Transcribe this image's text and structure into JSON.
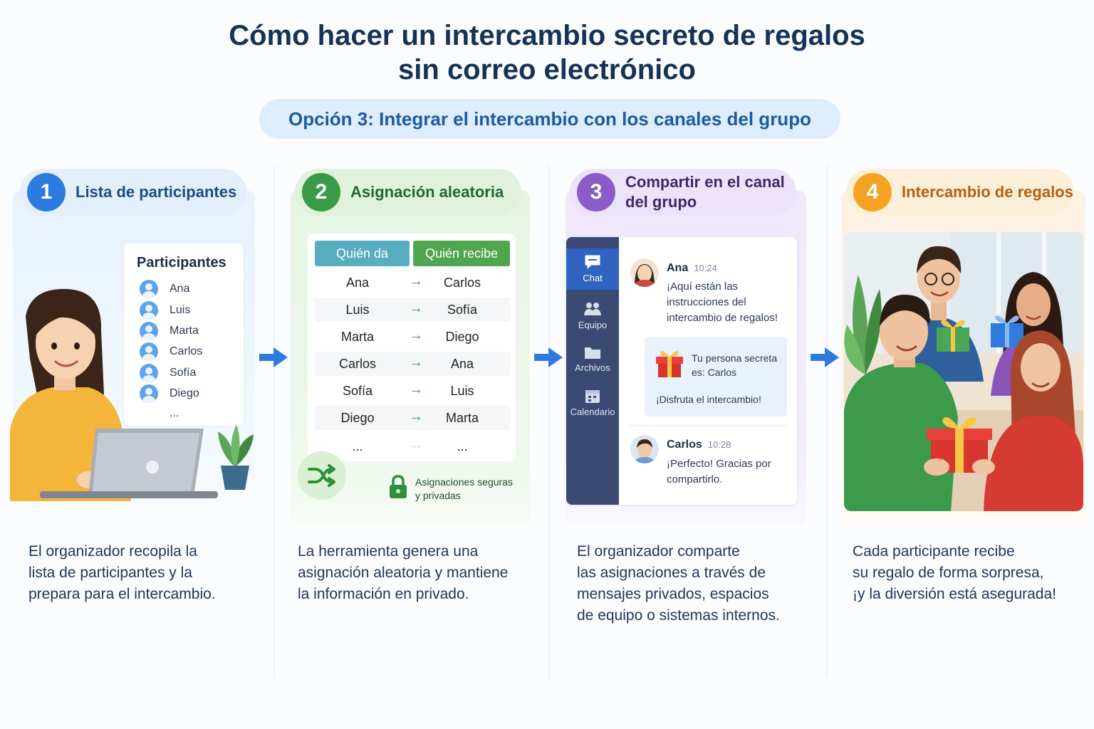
{
  "title": {
    "line1": "Cómo hacer un intercambio secreto de regalos",
    "line2": "sin correo electrónico"
  },
  "subtitle": "Opción 3: Integrar el intercambio con los canales del grupo",
  "colors": {
    "step1": "#2d7be0",
    "step2": "#3a9a48",
    "step3": "#8a5cc7",
    "step4": "#f3a321",
    "arrow": "#2d7be0"
  },
  "steps": [
    {
      "number": "1",
      "title": "Lista de participantes",
      "description": [
        "El organizador recopila la",
        "lista de participantes y la",
        "prepara para el intercambio."
      ]
    },
    {
      "number": "2",
      "title": "Asignación aleatoria",
      "description": [
        "La herramienta genera una",
        "asignación aleatoria y mantiene",
        "la información en privado."
      ]
    },
    {
      "number": "3",
      "title_line1": "Compartir en el canal",
      "title_line2": "del grupo",
      "description": [
        "El organizador comparte",
        "las asignaciones a través de",
        "mensajes privados, espacios",
        "de equipo o sistemas internos."
      ]
    },
    {
      "number": "4",
      "title": "Intercambio de regalos",
      "description": [
        "Cada participante recibe",
        "su regalo de forma sorpresa,",
        "¡y la diversión está asegurada!"
      ]
    }
  ],
  "participants": {
    "heading": "Participantes",
    "names": [
      "Ana",
      "Luis",
      "Marta",
      "Carlos",
      "Sofía",
      "Diego"
    ],
    "more": "..."
  },
  "assignment": {
    "header_giver": "Quién da",
    "header_receiver": "Quién recibe",
    "arrow": "→",
    "rows": [
      {
        "giver": "Ana",
        "receiver": "Carlos"
      },
      {
        "giver": "Luis",
        "receiver": "Sofía"
      },
      {
        "giver": "Marta",
        "receiver": "Diego"
      },
      {
        "giver": "Carlos",
        "receiver": "Ana"
      },
      {
        "giver": "Sofía",
        "receiver": "Luis"
      },
      {
        "giver": "Diego",
        "receiver": "Marta"
      },
      {
        "giver": "...",
        "receiver": "..."
      }
    ],
    "secure_line1": "Asignaciones seguras",
    "secure_line2": "y privadas"
  },
  "chat": {
    "sidebar": [
      "Chat",
      "Equipo",
      "Archivos",
      "Calendario"
    ],
    "messages": [
      {
        "name": "Ana",
        "time": "10:24",
        "lines": [
          "¡Aquí están las",
          "instrucciones del",
          "intercambio de regalos!"
        ]
      },
      {
        "name": "Carlos",
        "time": "10:28",
        "lines": [
          "¡Perfecto! Gracias por",
          "compartirlo."
        ]
      }
    ],
    "note_line1": "Tu persona secreta",
    "note_line2": "es: Carlos",
    "note_footer": "¡Disfruta el intercambio!"
  }
}
